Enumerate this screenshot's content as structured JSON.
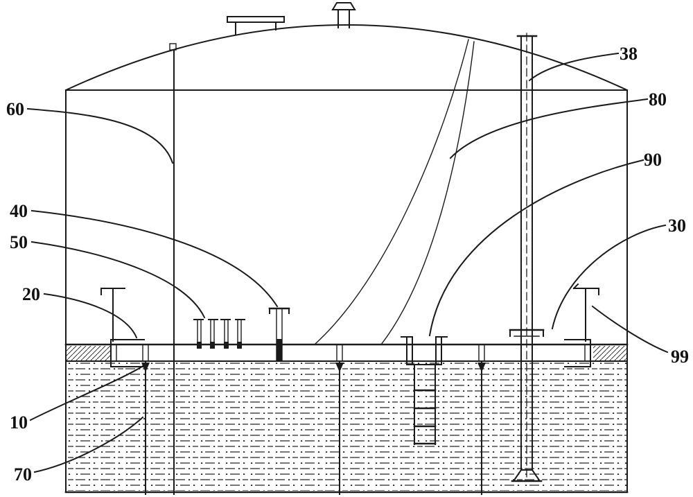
{
  "figure": {
    "kind": "patent-style technical drawing of a storage tank with internal floating deck"
  },
  "colors": {
    "line": "#1a1a1a",
    "background": "#ffffff"
  },
  "labels": {
    "n10": "10",
    "n20": "20",
    "n30": "30",
    "n38": "38",
    "n40": "40",
    "n50": "50",
    "n60": "60",
    "n70": "70",
    "n80": "80",
    "n90": "90",
    "n99": "99"
  }
}
